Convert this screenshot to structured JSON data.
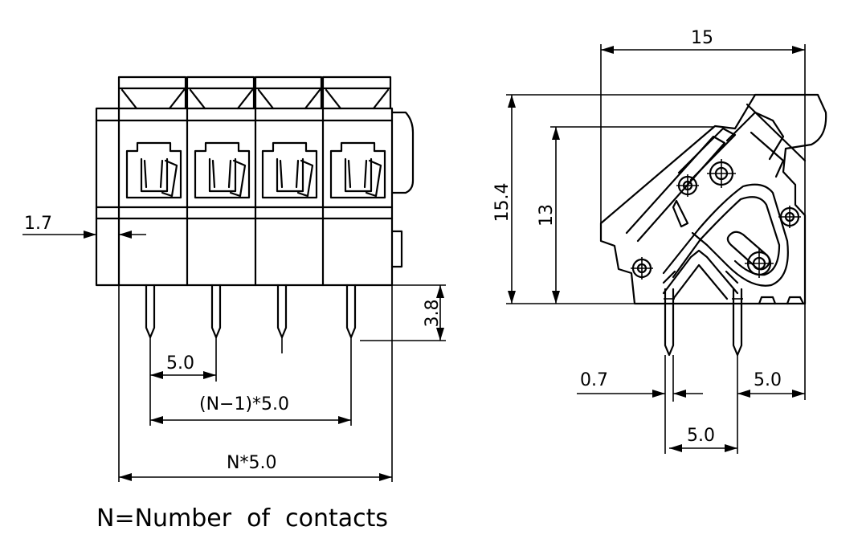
{
  "drawing": {
    "front_view": {
      "dim_wall": "1.7",
      "dim_pin_length": "3.8",
      "dim_pitch": "5.0",
      "dim_span": "(N−1)*5.0",
      "dim_total": "N*5.0"
    },
    "side_view": {
      "dim_width": "15",
      "dim_height": "15.4",
      "dim_body_height": "13",
      "dim_pin_dia": "0.7",
      "dim_edge": "5.0",
      "dim_pin_pitch": "5.0"
    },
    "footnote": "N=Number  of  contacts"
  }
}
